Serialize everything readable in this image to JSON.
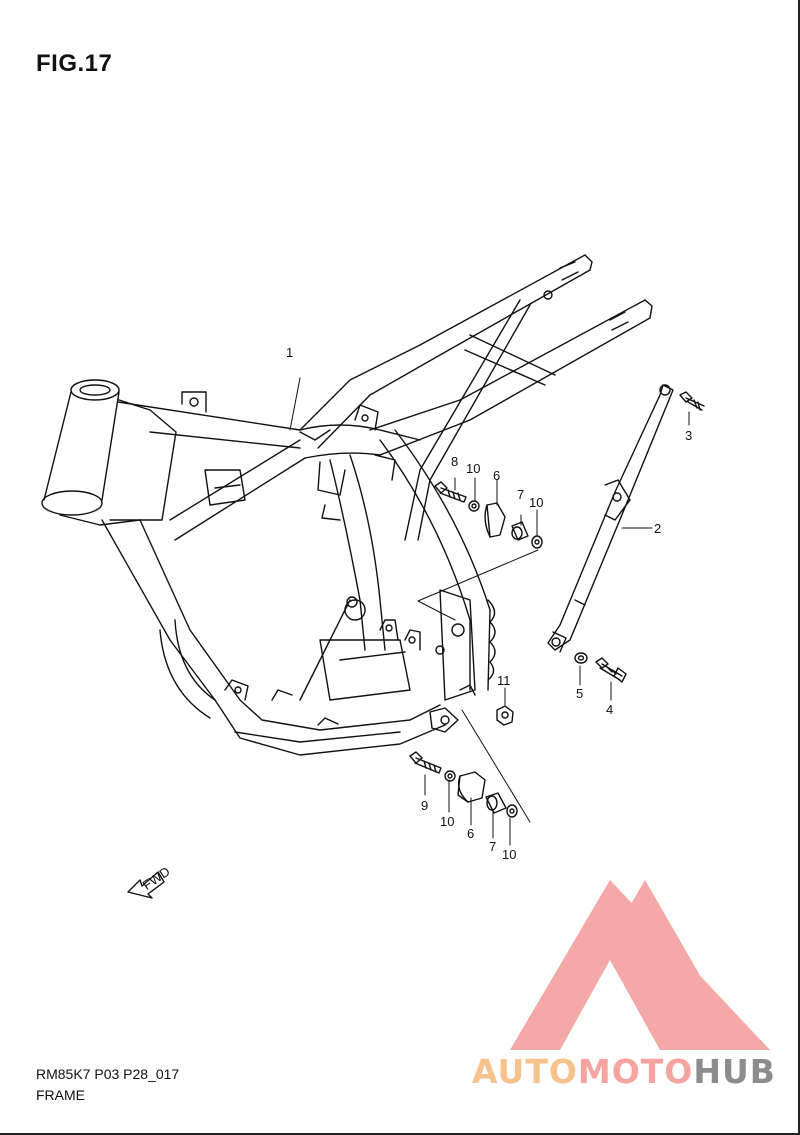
{
  "figure": {
    "title": "FIG.17"
  },
  "callouts": {
    "c1": "1",
    "c2": "2",
    "c3": "3",
    "c4": "4",
    "c5": "5",
    "c6a": "6",
    "c6b": "6",
    "c7a": "7",
    "c7b": "7",
    "c8": "8",
    "c9": "9",
    "c10a": "10",
    "c10b": "10",
    "c10c": "10",
    "c10d": "10",
    "c11": "11"
  },
  "fwd_label": "FWD",
  "footer": {
    "code": "RM85K7 P03 P28_017",
    "caption": "FRAME"
  },
  "watermark": {
    "part1": "AUTO",
    "part2": "MOTO",
    "part3": "HUB",
    "colors": {
      "auto": "#f7c28c",
      "moto": "#f7a3a0",
      "hub": "#8c8c8c",
      "triangle": "#f28b8b"
    }
  }
}
